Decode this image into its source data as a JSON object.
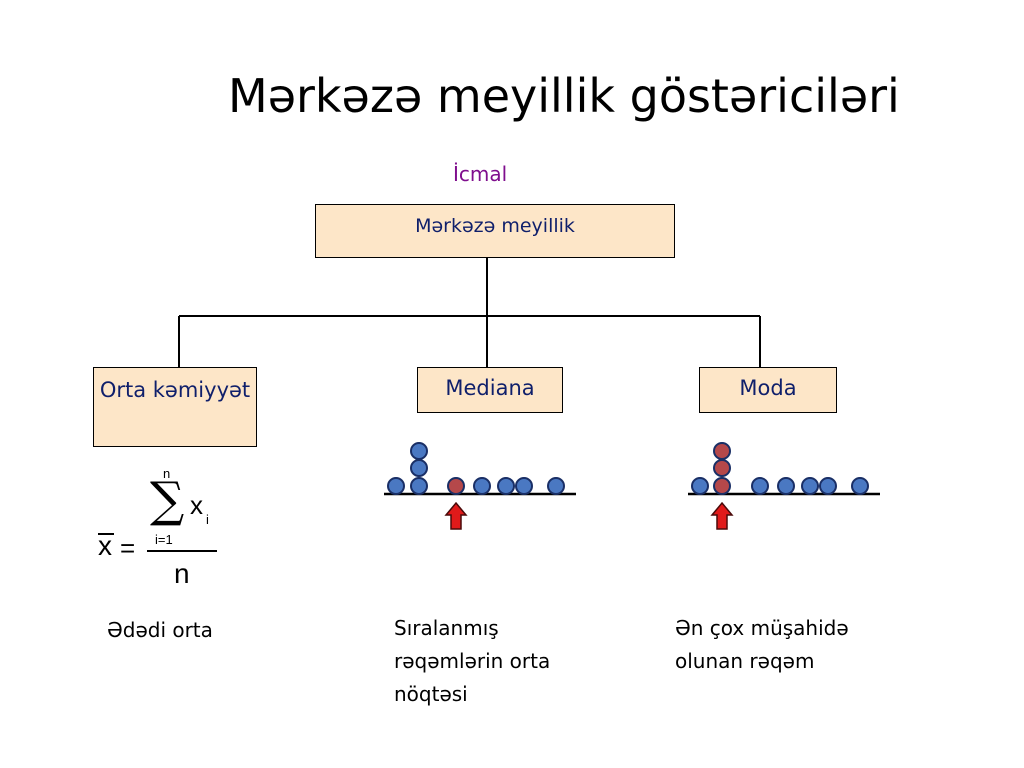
{
  "title": "Mərkəzə meyillik göstəriciləri",
  "subtitle": "İcmal",
  "root": "Mərkəzə meyillik",
  "branches": {
    "mean": {
      "label": "Orta kəmiyyət",
      "description": "Ədədi orta"
    },
    "median": {
      "label": "Mediana",
      "description": "Sıralanmış rəqəmlərin orta nöqtəsi"
    },
    "mode": {
      "label": "Moda",
      "description": "Ən çox müşahidə olunan rəqəm"
    }
  },
  "formula": {
    "lhs": "x",
    "eq": "=",
    "sum_top": "n",
    "sum_symbol": "∑",
    "term": "x",
    "term_sub": "i",
    "sum_bottom": "i=1",
    "denominator": "n"
  },
  "colors": {
    "box_fill": "#fde6c8",
    "box_text": "#0f1f6b",
    "subtitle": "#7f0e8d",
    "dot_blue": "#4a78c2",
    "dot_red": "#b5484a",
    "arrow_red": "#e01a1a"
  }
}
